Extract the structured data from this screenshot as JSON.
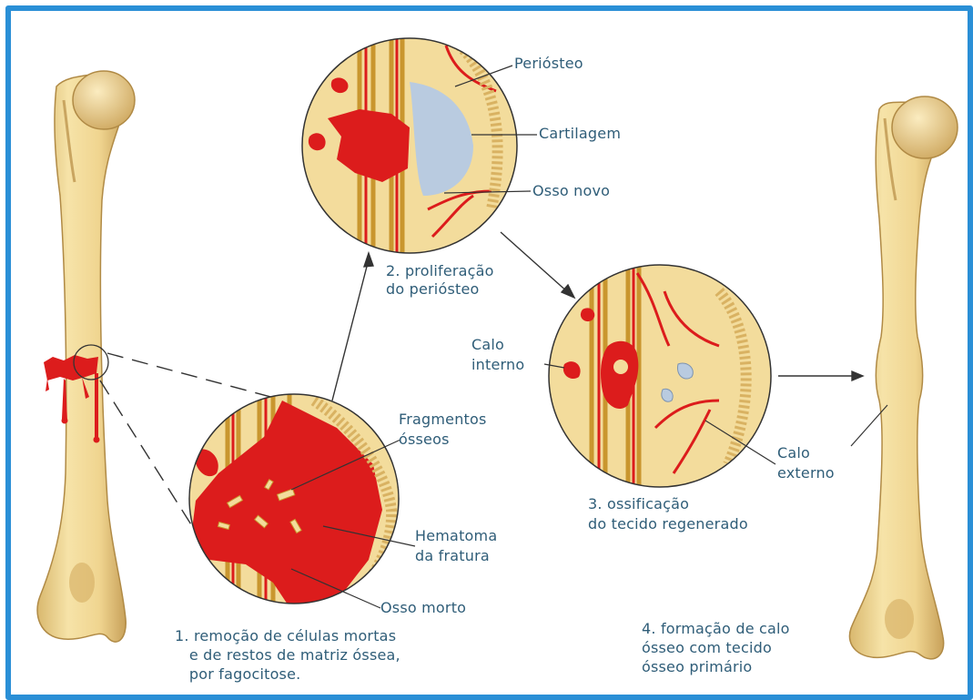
{
  "colors": {
    "border": "#2a8fd6",
    "bone": "#f3dc9c",
    "bone_shadow": "#c9a560",
    "blood": "#dc1c1c",
    "cartilage": "#b9cbe0",
    "text": "#2f5d78",
    "line": "#333333"
  },
  "labels": {
    "periosteo": "Periósteo",
    "cartilagem": "Cartilagem",
    "osso_novo": "Osso novo",
    "calo_interno": "Calo\ninterno",
    "calo_externo": "Calo\nexterno",
    "fragmentos": "Fragmentos\nósseos",
    "hematoma": "Hematoma\nda fratura",
    "osso_morto": "Osso morto"
  },
  "steps": {
    "step1": "1. remoção de células mortas\n   e de restos de matriz óssea,\n   por fagocitose.",
    "step2": "2. proliferação\ndo periósteo",
    "step3": "3. ossificação\ndo tecido regenerado",
    "step4": "4. formação de calo\nósseo com tecido\nósseo primário"
  }
}
